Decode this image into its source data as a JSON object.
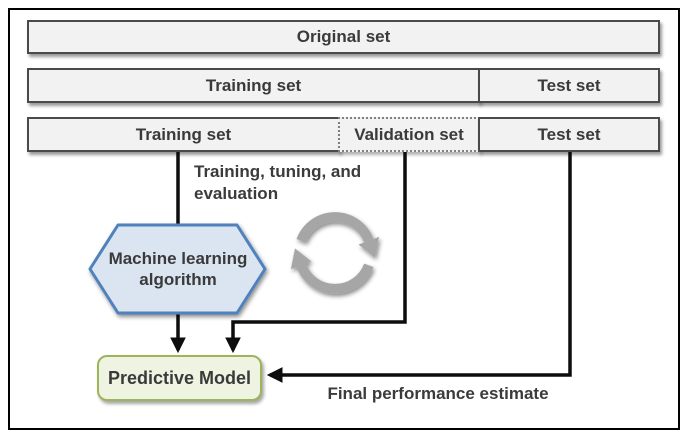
{
  "diagram": {
    "rows": [
      {
        "cells": [
          {
            "label": "Original set"
          }
        ]
      },
      {
        "cells": [
          {
            "label": "Training set"
          },
          {
            "label": "Test set"
          }
        ]
      },
      {
        "cells": [
          {
            "label": "Training set"
          },
          {
            "label": "Validation set"
          },
          {
            "label": "Test set"
          }
        ]
      }
    ],
    "hexagon": {
      "label": "Machine learning algorithm"
    },
    "loop_annotation": "Training, tuning, and evaluation",
    "model": {
      "label": "Predictive Model"
    },
    "final_annotation": "Final performance estimate",
    "icons": {
      "cycle": "iteration-cycle-icon"
    },
    "colors": {
      "bar_fill": "#f2f2f2",
      "bar_border": "#4a4a4a",
      "hexagon_fill": "#dbe5f1",
      "hexagon_border": "#4f81bd",
      "model_fill": "#eff3e2",
      "model_border": "#9bb659",
      "cycle_icon": "#a6a6a6",
      "arrow": "#0d0d0d"
    }
  }
}
